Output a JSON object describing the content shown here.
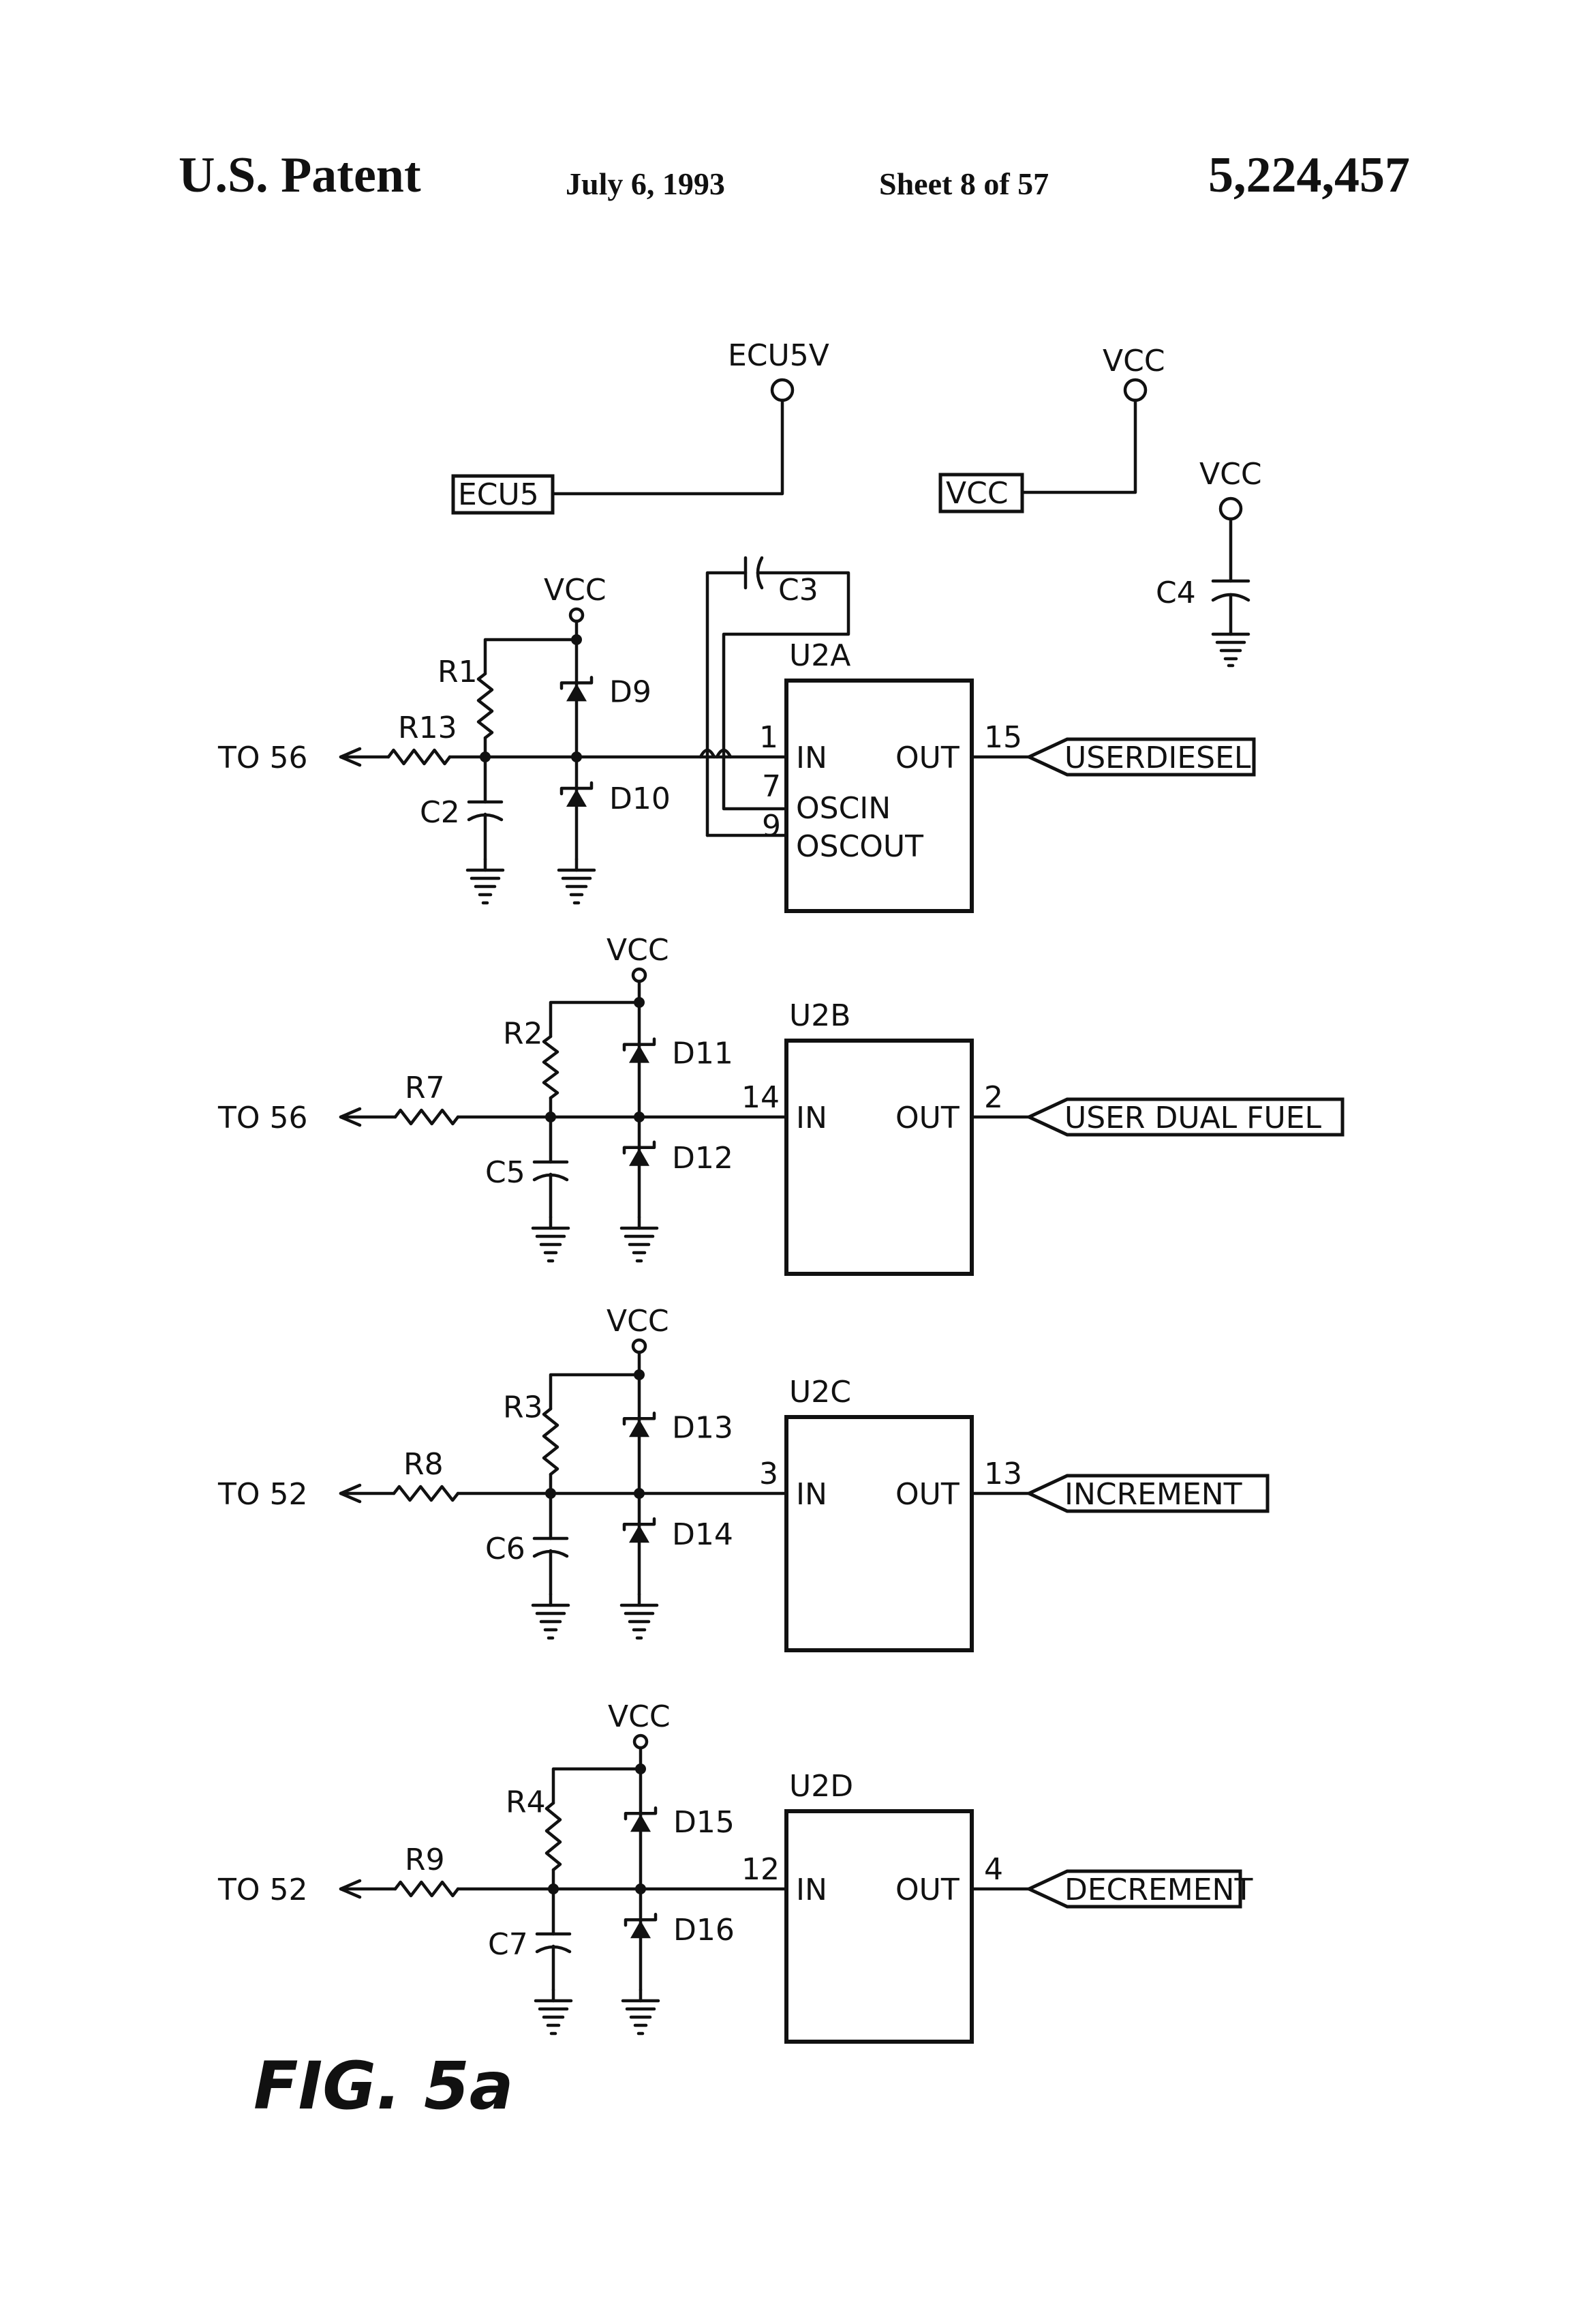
{
  "header": {
    "title": "U.S. Patent",
    "date": "July 6, 1993",
    "sheet": "Sheet 8 of 57",
    "patent_number": "5,224,457"
  },
  "figure_label": "FIG. 5a",
  "power": {
    "ecu5v_label": "ECU5V",
    "ecu5_tag": "ECU5",
    "vcc_label": "VCC",
    "vcc_tag": "VCC",
    "c4_vcc_label": "VCC",
    "c4_label": "C4"
  },
  "c3_label": "C3",
  "channels": [
    {
      "dest": "TO 56",
      "vcc": "VCC",
      "pullup": "R1",
      "series": "R13",
      "cap": "C2",
      "diode_top": "D9",
      "diode_bottom": "D10",
      "chip": "U2A",
      "in_pin": "1",
      "in_label": "IN",
      "out_label": "OUT",
      "out_pin": "15",
      "signal": "USERDIESEL",
      "osc_in_pin": "7",
      "osc_in_label": "OSCIN",
      "osc_out_pin": "9",
      "osc_out_label": "OSCOUT"
    },
    {
      "dest": "TO 56",
      "vcc": "VCC",
      "pullup": "R2",
      "series": "R7",
      "cap": "C5",
      "diode_top": "D11",
      "diode_bottom": "D12",
      "chip": "U2B",
      "in_pin": "14",
      "in_label": "IN",
      "out_label": "OUT",
      "out_pin": "2",
      "signal": "USER DUAL FUEL"
    },
    {
      "dest": "TO 52",
      "vcc": "VCC",
      "pullup": "R3",
      "series": "R8",
      "cap": "C6",
      "diode_top": "D13",
      "diode_bottom": "D14",
      "chip": "U2C",
      "in_pin": "3",
      "in_label": "IN",
      "out_label": "OUT",
      "out_pin": "13",
      "signal": "INCREMENT"
    },
    {
      "dest": "TO 52",
      "vcc": "VCC",
      "pullup": "R4",
      "series": "R9",
      "cap": "C7",
      "diode_top": "D15",
      "diode_bottom": "D16",
      "chip": "U2D",
      "in_pin": "12",
      "in_label": "IN",
      "out_label": "OUT",
      "out_pin": "4",
      "signal": "DECREMENT"
    }
  ]
}
